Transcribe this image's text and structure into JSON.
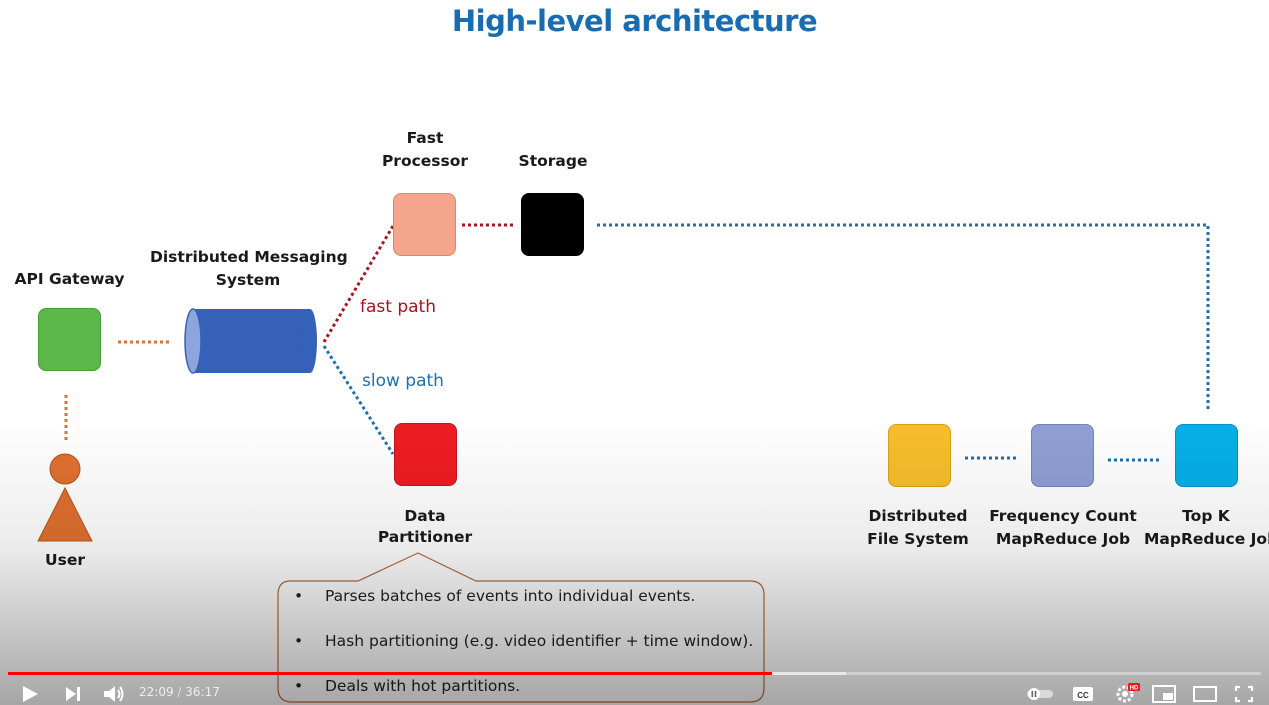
{
  "slide": {
    "title": "High-level architecture",
    "labels": {
      "api_gateway": "API Gateway",
      "messaging_l1": "Distributed Messaging",
      "messaging_l2": "System",
      "fast_processor_l1": "Fast",
      "fast_processor_l2": "Processor",
      "storage": "Storage",
      "data_partitioner_l1": "Data",
      "data_partitioner_l2": "Partitioner",
      "user": "User",
      "dfs_l1": "Distributed",
      "dfs_l2": "File System",
      "freq_l1": "Frequency Count",
      "freq_l2": "MapReduce Job",
      "topk_l1": "Top K",
      "topk_l2": "MapReduce Job",
      "fast_path": "fast path",
      "slow_path": "slow path"
    },
    "note_items": [
      "Parses batches of events into individual events.",
      "Hash partitioning (e.g. video identifier + time window).",
      "Deals with hot partitions."
    ],
    "bullet": "•",
    "colors": {
      "title": "#1a6cb0",
      "api_gateway": "#5cb84a",
      "messaging": "#3561b8",
      "fast_processor": "#f4a58c",
      "storage": "#000000",
      "data_partitioner": "#ee1c23",
      "user": "#e07030",
      "dfs": "#f7bd2c",
      "freq": "#8f9fd5",
      "topk": "#06afe8",
      "fast_path": "#a31520",
      "slow_path": "#1f6fab",
      "note_border": "#b36a3a"
    }
  },
  "player": {
    "current_time": "22:09",
    "separator": " / ",
    "duration": "36:17",
    "progress": 0.61,
    "hd_badge": "HD",
    "cc_label": "CC",
    "icons": [
      "play-icon",
      "next-icon",
      "volume-icon",
      "autoplay-toggle-icon",
      "subtitles-icon",
      "settings-icon",
      "miniplayer-icon",
      "theater-icon",
      "fullscreen-icon"
    ]
  }
}
